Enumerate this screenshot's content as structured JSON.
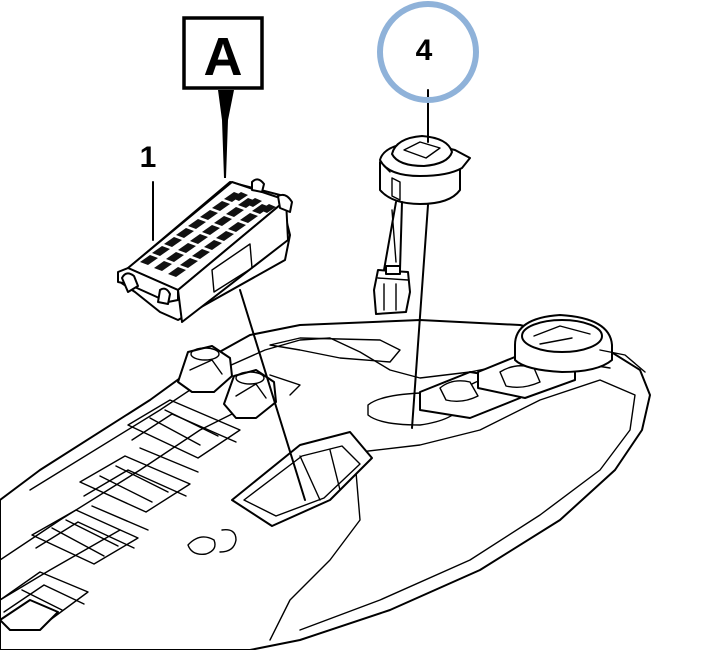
{
  "callouts": {
    "view_label": "A",
    "part_1": "1",
    "part_4": "4"
  },
  "colors": {
    "highlight_circle": "#8fb2d9",
    "line": "#000000",
    "background": "#ffffff"
  }
}
